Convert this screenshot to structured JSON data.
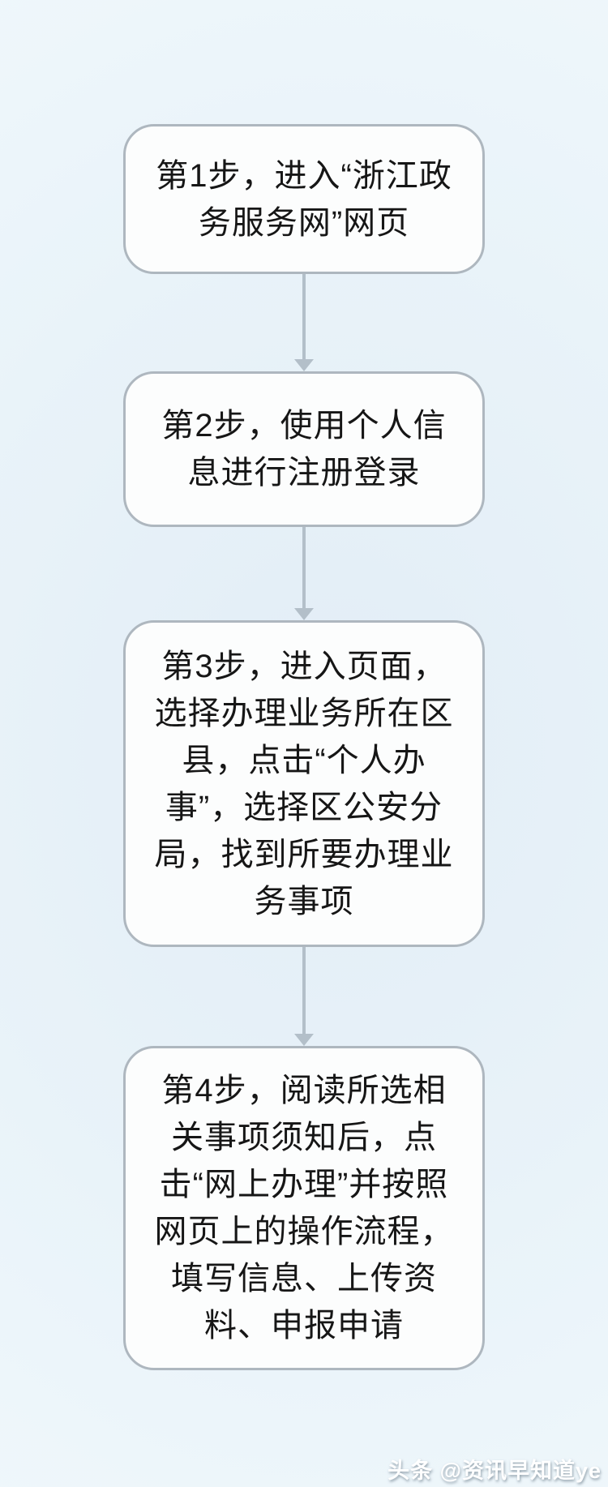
{
  "flowchart": {
    "steps": [
      {
        "name": "step-1",
        "text": "第1步，进入“浙江政务服务网”网页",
        "lines": [
          "第1步，进入“浙江政",
          "务服务网”网页"
        ]
      },
      {
        "name": "step-2",
        "text": "第2步，使用个人信息进行注册登录",
        "lines": [
          "第2步，使用个人信",
          "息进行注册登录"
        ]
      },
      {
        "name": "step-3",
        "text": "第3步，进入页面，选择办理业务所在区县，点击“个人办事”，选择区公安分局，找到所要办理业务事项",
        "lines": [
          "第3步，进入页面，",
          "选择办理业务所在区",
          "县，点击“个人办",
          "事”，选择区公安分",
          "局，找到所要办理业",
          "务事项"
        ]
      },
      {
        "name": "step-4",
        "text": "第4步，阅读所选相关事项须知后，点击“网上办理”并按照网页上的操作流程，填写信息、上传资料、申报申请",
        "lines": [
          "第4步，阅读所选相",
          "关事项须知后，点",
          "击“网上办理”并按照",
          "网页上的操作流程，",
          "填写信息、上传资",
          "料、申报申请"
        ]
      }
    ],
    "box_style": {
      "fill": "#fcfdfd",
      "border_color": "#aeb7bf",
      "text_color": "#161616"
    },
    "arrow_color": "#b3bfc9",
    "background_center": "#e2edf6",
    "background_edge": "#f2f9fc"
  },
  "watermark": {
    "text": "头条 @资讯早知道ye",
    "color": "#ffffff"
  }
}
